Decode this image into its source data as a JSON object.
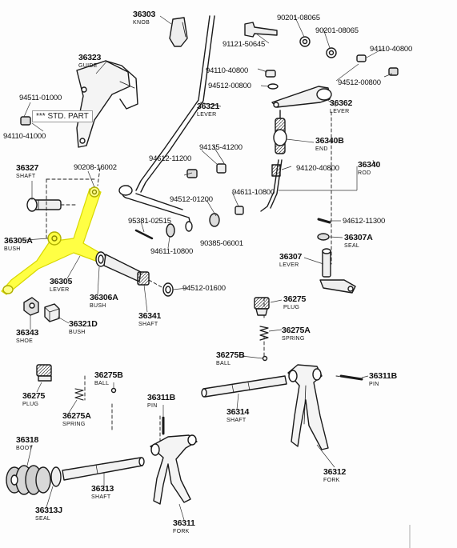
{
  "colors": {
    "highlight": "#ffff44",
    "ink": "#1a1a1a",
    "background": "#fdfdfd"
  },
  "note": "*** STD. PART",
  "labels": {
    "knob": {
      "num": "36303",
      "desc": "KNOB"
    },
    "guide": {
      "num": "36323",
      "desc": "GUIDE"
    },
    "lever_36321": {
      "num": "36321",
      "desc": "LEVER"
    },
    "lever_36362": {
      "num": "36362",
      "desc": "LEVER"
    },
    "end_36340b": {
      "num": "36340B",
      "desc": "END"
    },
    "rod_36340": {
      "num": "36340",
      "desc": "ROD"
    },
    "shaft_36327": {
      "num": "36327",
      "desc": "SHAFT"
    },
    "bush_36305a": {
      "num": "36305A",
      "desc": "BUSH"
    },
    "lever_36305": {
      "num": "36305",
      "desc": "LEVER"
    },
    "bush_36306a": {
      "num": "36306A",
      "desc": "BUSH"
    },
    "shaft_36341": {
      "num": "36341",
      "desc": "SHAFT"
    },
    "shoe_36343": {
      "num": "36343",
      "desc": "SHOE"
    },
    "bush_36321d": {
      "num": "36321D",
      "desc": "BUSH"
    },
    "lever_36307": {
      "num": "36307",
      "desc": "LEVER"
    },
    "seal_36307a": {
      "num": "36307A",
      "desc": "SEAL"
    },
    "plug_36275": {
      "num": "36275",
      "desc": "PLUG"
    },
    "spring_36275a": {
      "num": "36275A",
      "desc": "SPRING"
    },
    "ball_36275b_right": {
      "num": "36275B",
      "desc": "BALL"
    },
    "pin_36311b_right": {
      "num": "36311B",
      "desc": "PIN"
    },
    "shaft_36314": {
      "num": "36314",
      "desc": "SHAFT"
    },
    "fork_36312": {
      "num": "36312",
      "desc": "FORK"
    },
    "plug_36275_left": {
      "num": "36275",
      "desc": "PLUG"
    },
    "ball_36275b_left": {
      "num": "36275B",
      "desc": "BALL"
    },
    "spring_36275a_left": {
      "num": "36275A",
      "desc": "SPRING"
    },
    "pin_36311b_left": {
      "num": "36311B",
      "desc": "PIN"
    },
    "boot_36318": {
      "num": "36318",
      "desc": "BOOT"
    },
    "shaft_36313": {
      "num": "36313",
      "desc": "SHAFT"
    },
    "seal_36313j": {
      "num": "36313J",
      "desc": "SEAL"
    },
    "fork_36311": {
      "num": "36311",
      "desc": "FORK"
    }
  },
  "part_numbers": {
    "p90201_08065_a": "90201-08065",
    "p91121_50645": "91121-50645",
    "p90201_08065_b": "90201-08065",
    "p94110_40800_r": "94110-40800",
    "p94110_40800_m": "94110-40800",
    "p94512_00800_r": "94512-00800",
    "p94512_00800_m": "94512-00800",
    "p94511_01000": "94511-01000",
    "p94110_41000": "94110-41000",
    "p90208_16002": "90208-16002",
    "p94612_11200": "94612-11200",
    "p94135_41200": "94135-41200",
    "p94120_40800": "94120-40800",
    "p94512_01200": "94512-01200",
    "p94611_10800_a": "94611-10800",
    "p95381_02515": "95381-02515",
    "p94611_10800_b": "94611-10800",
    "p90385_06001": "90385-06001",
    "p94612_11300": "94612-11300",
    "p94512_01600": "94512-01600"
  }
}
